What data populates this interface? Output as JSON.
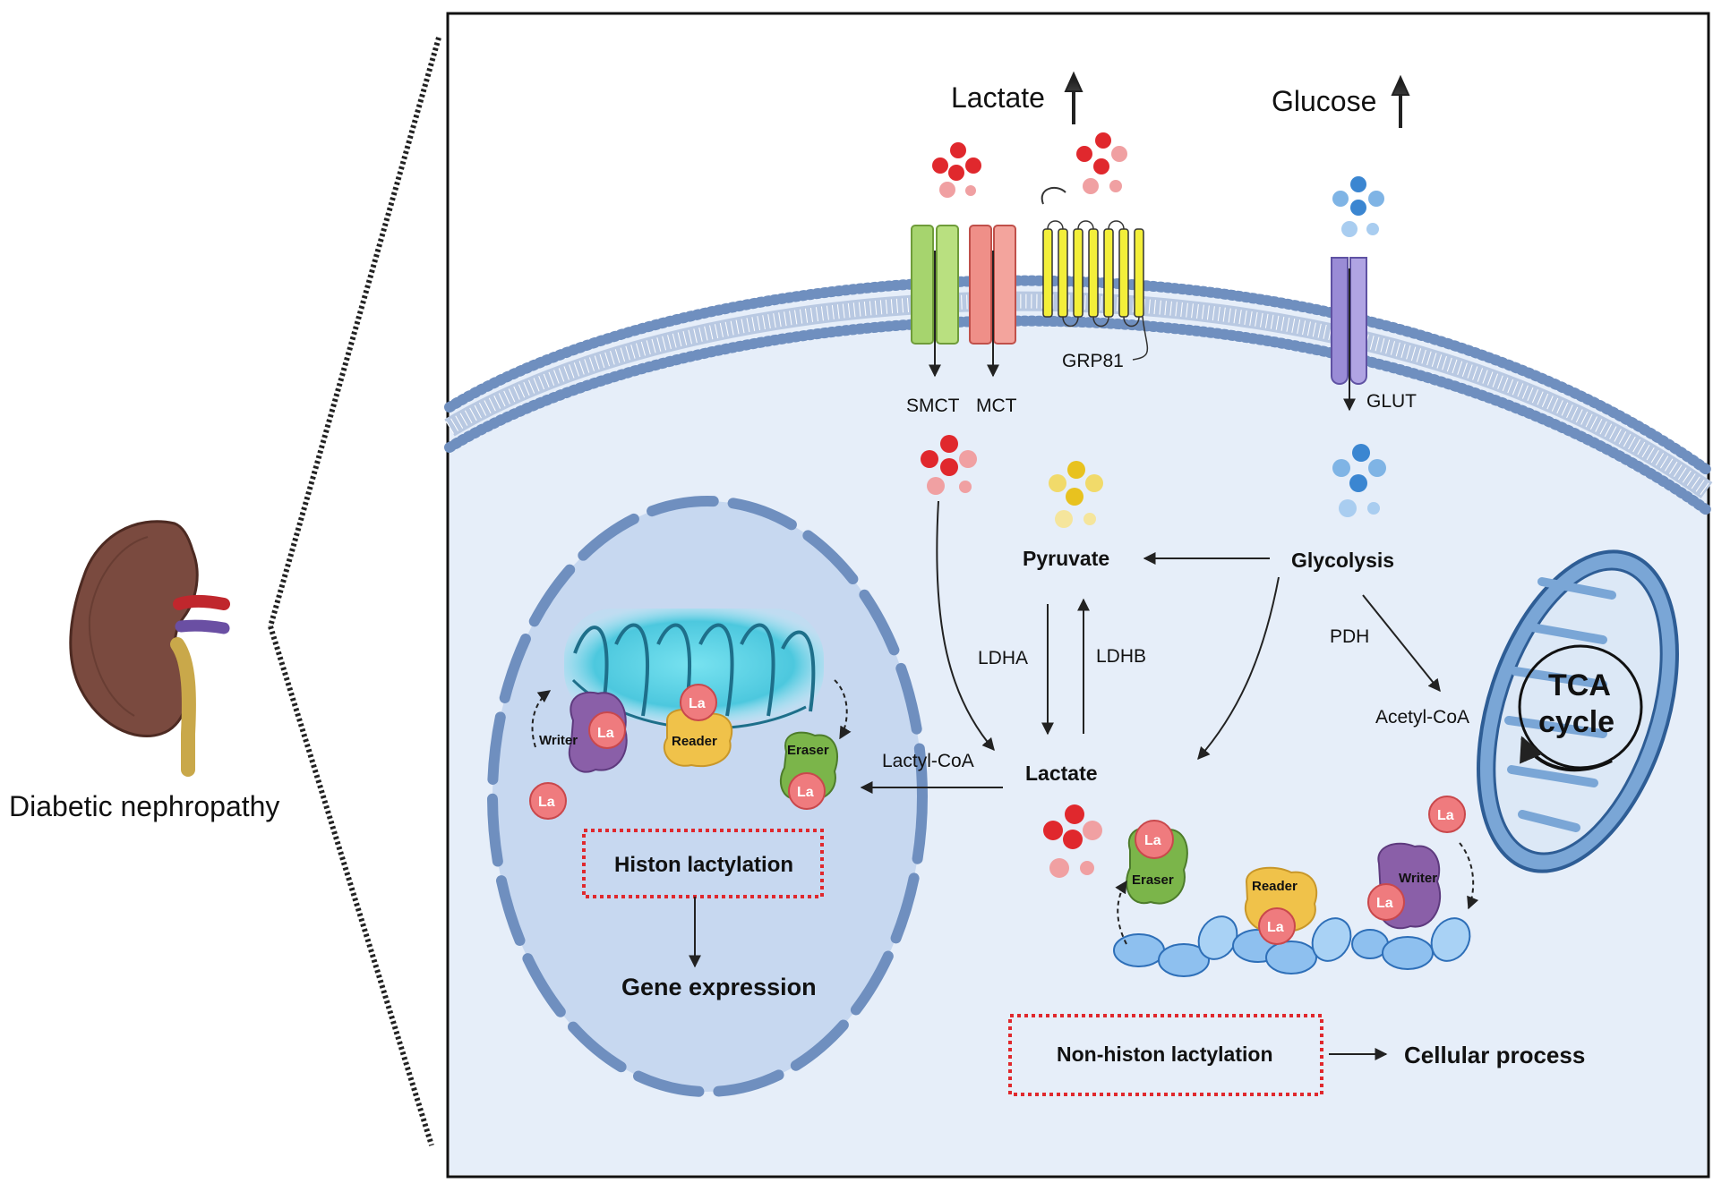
{
  "left_panel": {
    "caption": "Diabetic nephropathy"
  },
  "header": {
    "lactate_label": "Lactate",
    "glucose_label": "Glucose"
  },
  "transporters": {
    "smct": "SMCT",
    "mct": "MCT",
    "grp81": "GRP81",
    "glut": "GLUT"
  },
  "metabolism": {
    "pyruvate": "Pyruvate",
    "glycolysis": "Glycolysis",
    "ldha": "LDHA",
    "ldhb": "LDHB",
    "lactate": "Lactate",
    "lactyl_coa": "Lactyl-CoA",
    "pdh": "PDH",
    "acetyl_coa": "Acetyl-CoA",
    "tca_line1": "TCA",
    "tca_line2": "cycle"
  },
  "nucleus": {
    "writer": "Writer",
    "reader": "Reader",
    "eraser": "Eraser",
    "la": "La",
    "histone_box": "Histon lactylation",
    "gene_expression": "Gene expression"
  },
  "cytoplasm": {
    "eraser": "Eraser",
    "reader": "Reader",
    "writer": "Writer",
    "la": "La",
    "nonhistone_box": "Non-histon lactylation",
    "cellular_process": "Cellular process"
  },
  "colors": {
    "membrane": "#6f8fbf",
    "cell_fill": "#e6eef9",
    "nucleus_fill": "#c7d8f0",
    "lactate_red": "#e0282d",
    "glucose_blue": "#3b86d1",
    "pyruvate_yellow": "#e8c21f",
    "dashed_red": "#e0282d"
  }
}
